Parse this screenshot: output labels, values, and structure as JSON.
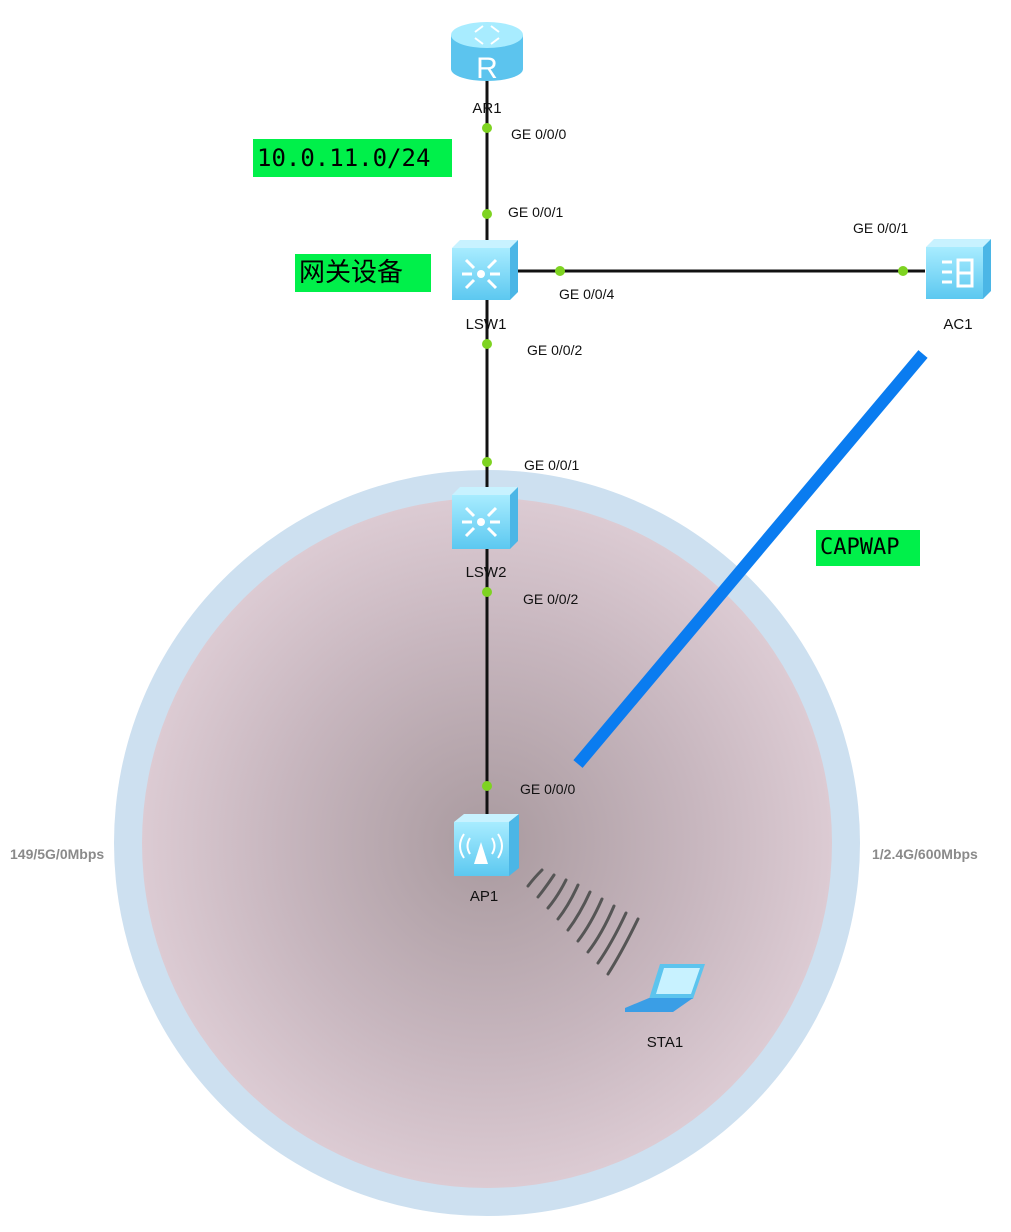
{
  "devices": {
    "ar1": "AR1",
    "lsw1": "LSW1",
    "lsw2": "LSW2",
    "ac1": "AC1",
    "ap1": "AP1",
    "sta1": "STA1"
  },
  "ports": {
    "ar1_g000": "GE 0/0/0",
    "lsw1_g001": "GE 0/0/1",
    "lsw1_g004": "GE 0/0/4",
    "ac1_g001": "GE 0/0/1",
    "lsw1_g002": "GE 0/0/2",
    "lsw2_g001": "GE 0/0/1",
    "lsw2_g002": "GE 0/0/2",
    "ap1_g000": "GE 0/0/0"
  },
  "radio": {
    "left": "149/5G/0Mbps",
    "right": "1/2.4G/600Mbps"
  },
  "notes": {
    "subnet": "10.0.11.0/24",
    "gateway": "网关设备",
    "capwap": "CAPWAP"
  },
  "colors": {
    "note_bg": "#00f04a",
    "port_dot": "#7ed321",
    "capwap_line": "#0a7cf0",
    "coverage_ring": "#cde0f0"
  }
}
